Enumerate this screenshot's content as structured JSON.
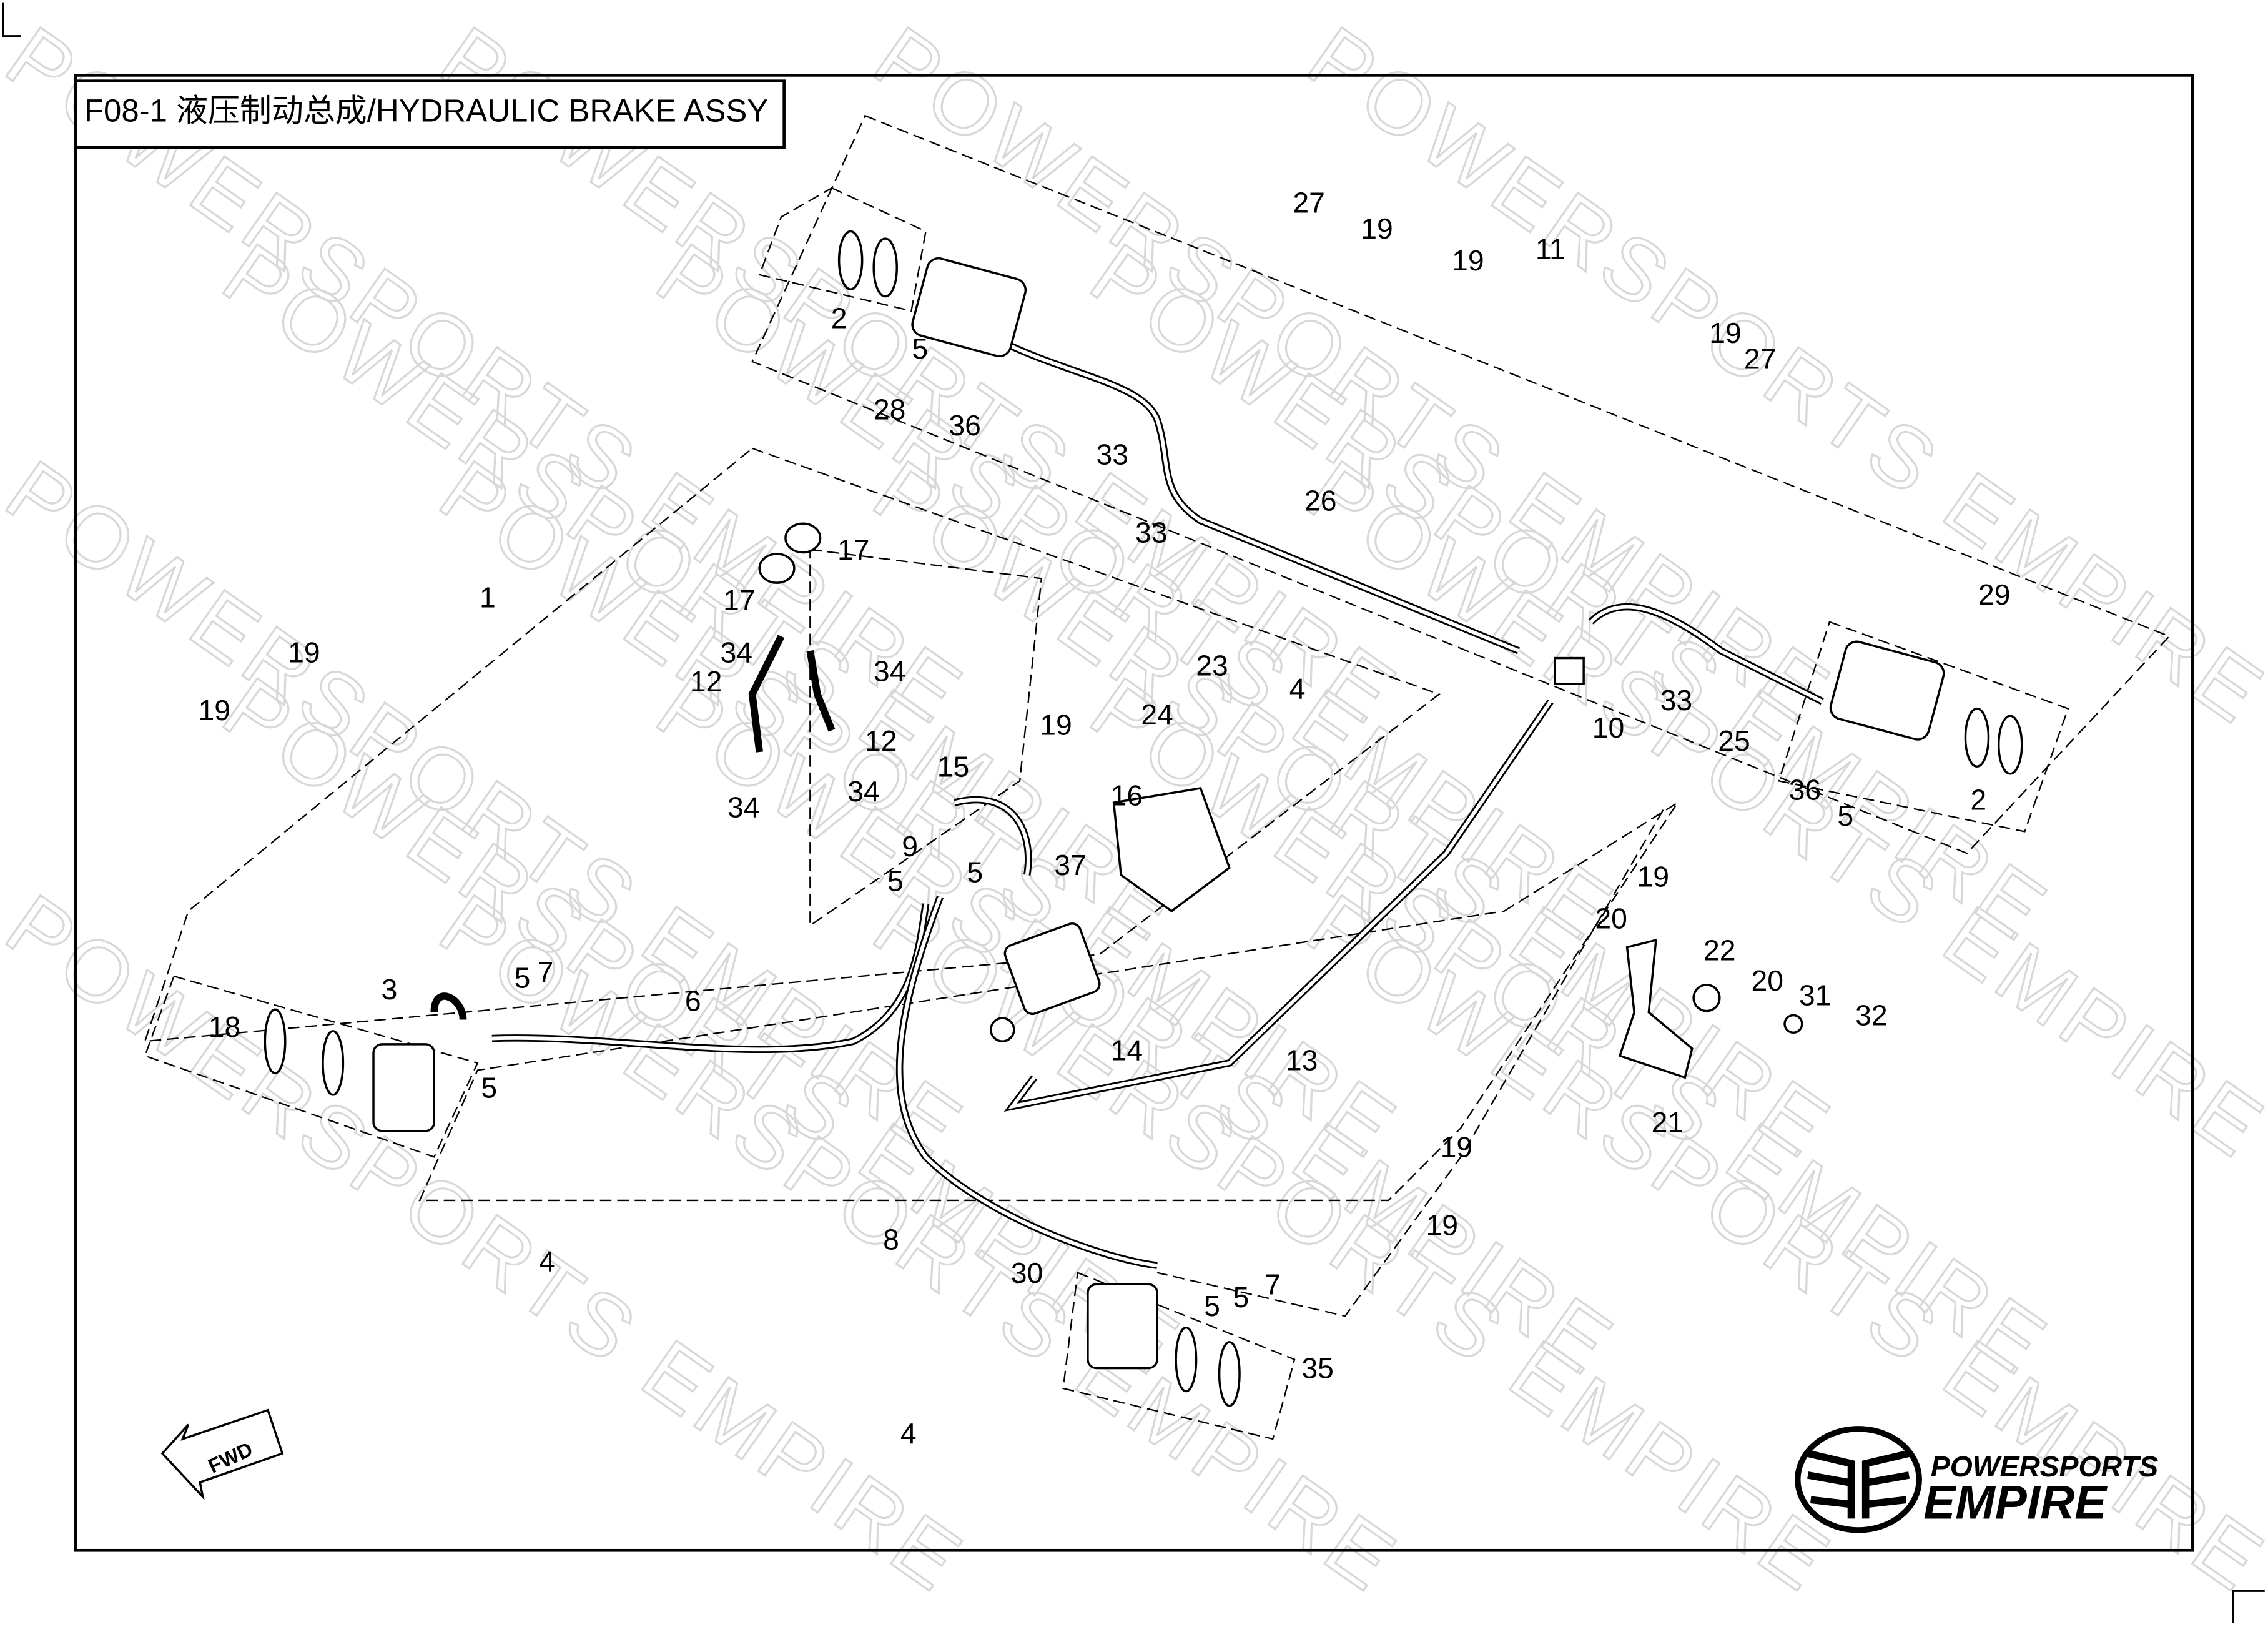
{
  "title": "F08-1 液压制动总成/HYDRAULIC BRAKE ASSY",
  "watermark": "POWERSPORTS EMPIRE",
  "fwd_label": "FWD",
  "logo": {
    "line1": "POWERSPORTS",
    "line2": "EMPIRE"
  },
  "callouts": [
    "27",
    "19",
    "19",
    "11",
    "2",
    "5",
    "28",
    "36",
    "19",
    "27",
    "33",
    "33",
    "26",
    "17",
    "17",
    "1",
    "29",
    "19",
    "34",
    "34",
    "19",
    "12",
    "12",
    "19",
    "10",
    "33",
    "25",
    "23",
    "24",
    "4",
    "34",
    "34",
    "15",
    "16",
    "36",
    "5",
    "2",
    "9",
    "5",
    "5",
    "37",
    "19",
    "20",
    "22",
    "20",
    "31",
    "32",
    "3",
    "5",
    "7",
    "6",
    "18",
    "5",
    "14",
    "13",
    "21",
    "19",
    "8",
    "19",
    "7",
    "5",
    "30",
    "5",
    "4",
    "35",
    "4"
  ]
}
